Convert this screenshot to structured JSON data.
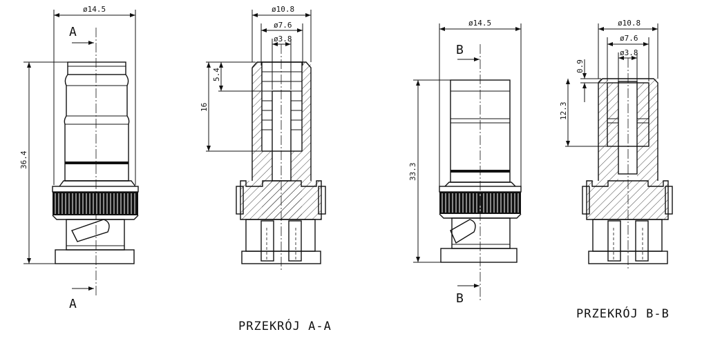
{
  "views": {
    "side_a": {
      "dia_top": "ø14.5",
      "height": "36.4",
      "cut_top": "A",
      "cut_bottom": "A"
    },
    "section_a": {
      "dia_outer": "ø10.8",
      "dia_mid": "ø7.6",
      "dia_inner": "ø3.8",
      "depth_small": "5.4",
      "depth_large": "16",
      "title": "PRZEKRÓJ A-A"
    },
    "side_b": {
      "dia_top": "ø14.5",
      "height": "33.3",
      "cut_top": "B",
      "cut_bottom": "B"
    },
    "section_b": {
      "dia_outer": "ø10.8",
      "dia_mid": "ø7.6",
      "dia_inner": "ø3.8",
      "depth_small": "0.9",
      "depth_large": "12.3",
      "title": "PRZEKRÓJ B-B"
    }
  }
}
